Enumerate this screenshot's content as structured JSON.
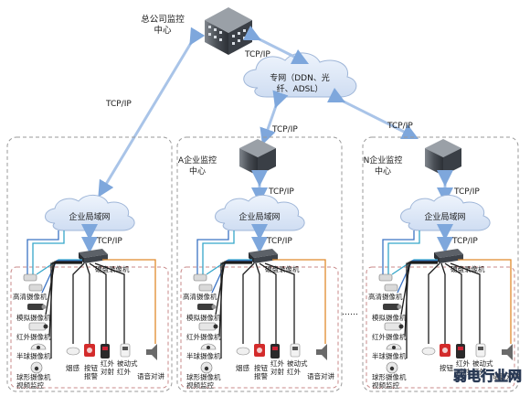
{
  "hq": {
    "title_line1": "总公司监控",
    "title_line2": "中心"
  },
  "private_net": {
    "line1": "专网（DDN、光",
    "line2": "纤、ADSL）"
  },
  "protocol": "TCP/IP",
  "ellipsis": "……",
  "watermark": "弱电行业网",
  "enterprises": [
    {
      "center_line1": "",
      "center_line2": "",
      "lan": "企业局域网",
      "dvr": "硬盘录像机",
      "devices": {
        "hd_camera": "高清摄像机",
        "analog_camera": "模拟摄像机",
        "ir_camera": "红外摄像机",
        "half_dome": "半球摄像机",
        "dome_line1": "球形摄像机",
        "dome_line2": "视频监控",
        "smoke": "烟感",
        "button": "按钮",
        "ir_beam_line1": "红外",
        "ir_beam_line2": "对射",
        "alarm": "报警",
        "passive_ir_line1": "被动式",
        "passive_ir_line2": "红外",
        "intercom": "语音对讲"
      }
    },
    {
      "center_line1": "A企业监控",
      "center_line2": "中心",
      "lan": "企业局域网",
      "dvr": "硬盘录像机",
      "devices": {
        "hd_camera": "高清摄像机",
        "analog_camera": "模拟摄像机",
        "ir_camera": "红外摄像机",
        "half_dome": "半球摄像机",
        "dome_line1": "球形摄像机",
        "dome_line2": "视频监控",
        "smoke": "烟感",
        "button": "按钮",
        "ir_beam_line1": "红外",
        "ir_beam_line2": "对射",
        "alarm": "报警",
        "passive_ir_line1": "被动式",
        "passive_ir_line2": "红外",
        "intercom": "语音对讲"
      }
    },
    {
      "center_line1": "N企业监控",
      "center_line2": "中心",
      "lan": "企业局域网",
      "dvr": "硬盘录像机",
      "devices": {
        "hd_camera": "高清摄像机",
        "analog_camera": "模拟摄像机",
        "ir_camera": "红外摄像机",
        "half_dome": "半球摄像机",
        "dome_line1": "球形摄像机",
        "dome_line2": "视频监控",
        "smoke": "",
        "button": "按钮",
        "ir_beam_line1": "红外",
        "ir_beam_line2": "对射",
        "alarm": "",
        "passive_ir_line1": "被动式",
        "passive_ir_line2": "红外",
        "intercom": "语音对讲"
      }
    }
  ],
  "colors": {
    "cloud_fill": "#dfe9f7",
    "cloud_stroke": "#9fb6d8",
    "link_arrow": "#a9c4e8",
    "wire_blue": "#3b73c4",
    "wire_cyan": "#35a6c9",
    "wire_black": "#1c1c1c",
    "wire_orange": "#e08a2c",
    "panel_dash": "#9a9a9a",
    "device_dash": "#c98a8a"
  }
}
